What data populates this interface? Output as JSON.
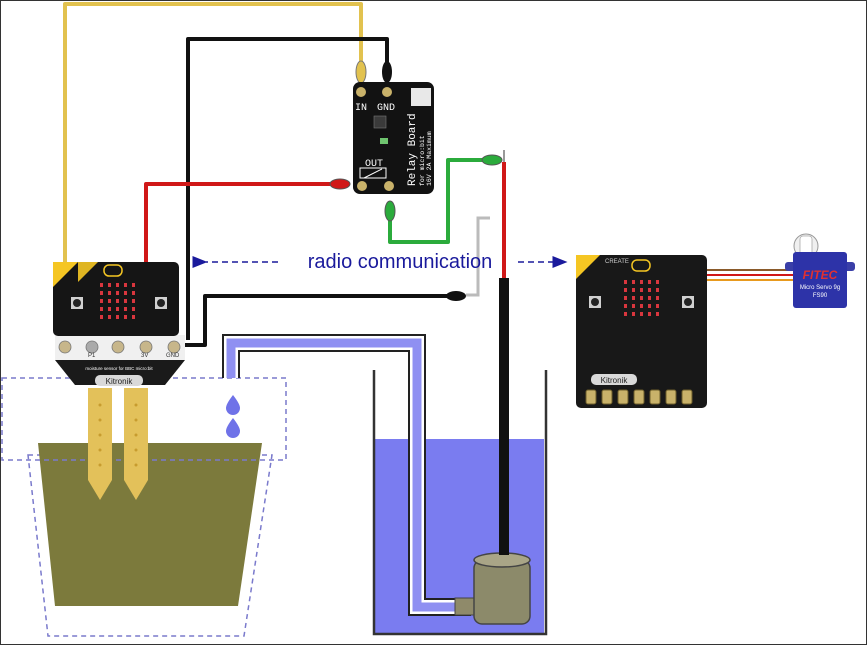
{
  "radio_label": "radio communication",
  "relay": {
    "pin_in": "IN",
    "pin_gnd": "GND",
    "pin_out": "OUT",
    "title": "Relay Board",
    "subtitle_1": "for micro:bit",
    "subtitle_2": "16V 2A Maximum"
  },
  "sensor_board": {
    "brand": "Kitronik",
    "pin_p1": "P1",
    "pin_3v": "3V",
    "pin_gnd": "GND",
    "caption": "moisture sensor for BBC micro:bit"
  },
  "servo_board": {
    "brand": "Kitronik",
    "header": "CREATE"
  },
  "servo": {
    "brand": "FITEC",
    "model": "Micro Servo 9g",
    "part": "FS90"
  },
  "colors": {
    "signal_wire": "#e2c24f",
    "ground_wire": "#111111",
    "power_wire": "#d01818",
    "switch_wire": "#2bab3c",
    "water": "#7a7cf0",
    "soil": "#7c7a3c",
    "probe": "#e3c15a",
    "radio_text": "#1a1a9c"
  }
}
